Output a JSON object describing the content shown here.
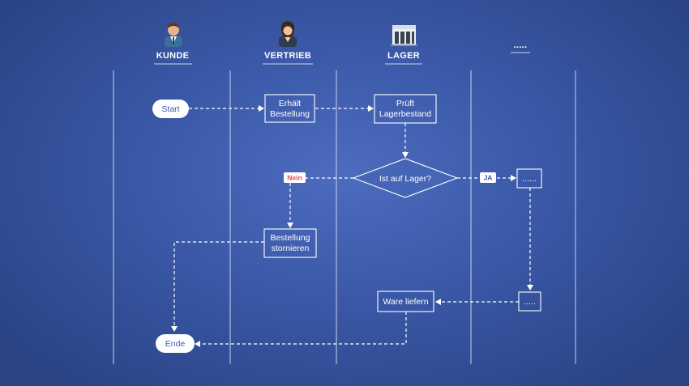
{
  "lanes": [
    {
      "title": "KUNDE",
      "icon": "customer-man-icon"
    },
    {
      "title": "VERTRIEB",
      "icon": "sales-woman-headset-icon"
    },
    {
      "title": "LAGER",
      "icon": "warehouse-icon"
    },
    {
      "title": "....."
    }
  ],
  "nodes": {
    "start": "Start",
    "receive_line1": "Erhält",
    "receive_line2": "Bestellung",
    "check_line1": "Prüft",
    "check_line2": "Lagerbestand",
    "decision": "Ist auf Lager?",
    "cancel_line1": "Bestellung",
    "cancel_line2": "stornieren",
    "next_step": "......",
    "next_step_2": ".....",
    "deliver": "Ware liefern",
    "end": "Ende"
  },
  "edges": {
    "no_label": "Nein",
    "yes_label": "JA"
  },
  "colors": {
    "background": "#3b59a8",
    "line": "#ffffff",
    "no_label_text": "#d9534f"
  }
}
